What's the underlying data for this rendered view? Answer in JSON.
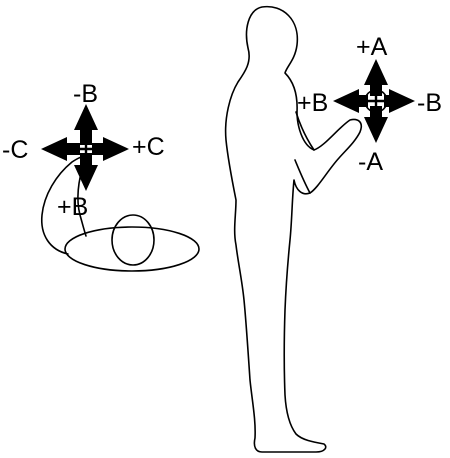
{
  "diagram": {
    "left_gizmo": {
      "top_label": "-B",
      "left_label": "-C",
      "right_label": "+C",
      "bottom_label": "+B"
    },
    "right_gizmo": {
      "top_label": "+A",
      "left_label": "+B",
      "right_label": "-B",
      "bottom_label": "-A"
    },
    "colors": {
      "ink": "#000000",
      "background": "#ffffff"
    }
  }
}
